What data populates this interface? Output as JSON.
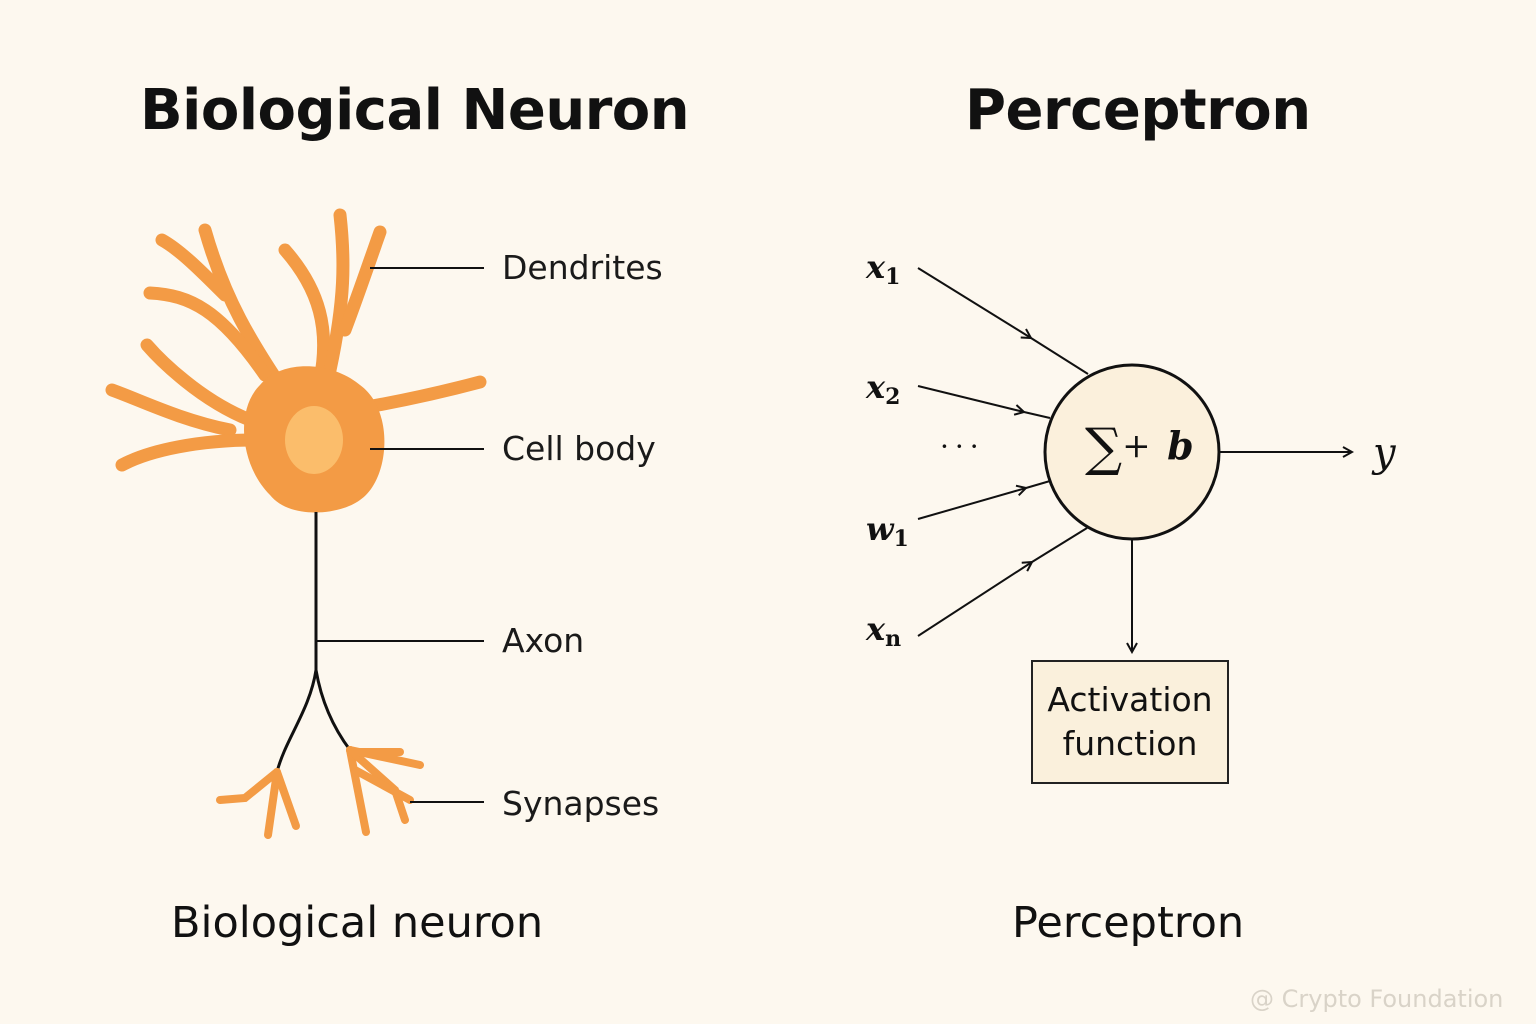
{
  "titles": {
    "left": "Biological Neuron",
    "right": "Perceptron"
  },
  "captions": {
    "left": "Biological neuron",
    "right": "Perceptron"
  },
  "neuron_labels": {
    "dendrites": "Dendrites",
    "cell_body": "Cell body",
    "axon": "Axon",
    "synapses": "Synapses"
  },
  "perceptron": {
    "inputs": [
      {
        "var": "x",
        "sub": "1"
      },
      {
        "var": "x",
        "sub": "2"
      },
      {
        "var": "w",
        "sub": "1"
      },
      {
        "var": "x",
        "sub": "n"
      }
    ],
    "ellipsis": "···",
    "sum_symbol": "∑",
    "plus": "+",
    "bias": "b",
    "output": "y",
    "activation": {
      "line1": "Activation",
      "line2": "function"
    }
  },
  "watermark": "@ Crypto Foundation",
  "colors": {
    "background": "#fdf8ef",
    "neuron": "#f39b45",
    "nucleus": "#fbbd6b",
    "circle_fill": "#fbf0dc",
    "box_fill": "#faf0dc"
  }
}
